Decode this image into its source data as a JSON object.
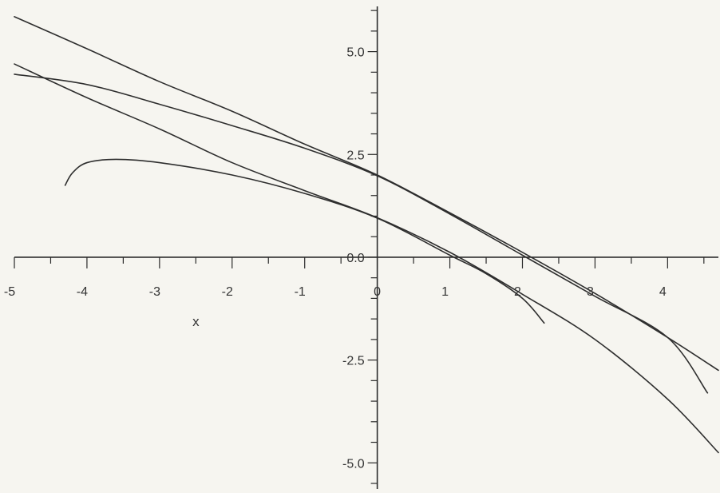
{
  "chart_data": {
    "type": "line",
    "title": "",
    "xlabel": "x",
    "ylabel": "",
    "xlim": [
      -5,
      4.7
    ],
    "ylim": [
      -5.5,
      6.1
    ],
    "x_ticks": [
      -5,
      -4,
      -3,
      -2,
      -1,
      0,
      1,
      2,
      3,
      4
    ],
    "x_tick_labels": [
      "-5",
      "-4",
      "-3",
      "-2",
      "-1",
      "0",
      "1",
      "2",
      "3",
      "4"
    ],
    "y_ticks": [
      -5.0,
      -2.5,
      0.0,
      2.5,
      5.0
    ],
    "y_tick_labels": [
      "-5.0",
      "-2.5",
      "0.0",
      "2.5",
      "5.0"
    ],
    "grid": false,
    "legend": "none",
    "series": [
      {
        "x": [
          -5,
          -4,
          -3,
          -2,
          -1,
          0,
          1,
          2,
          3,
          4,
          4.7
        ],
        "y": [
          5.85,
          5.07,
          4.27,
          3.55,
          2.75,
          2.0,
          1.08,
          0.12,
          -0.88,
          -1.95,
          -2.75
        ]
      },
      {
        "x": [
          -5,
          -4,
          -3,
          -2,
          -1,
          0,
          1,
          2,
          3,
          4,
          4.7
        ],
        "y": [
          4.7,
          3.88,
          3.12,
          2.3,
          1.62,
          0.96,
          0.12,
          -0.9,
          -2.0,
          -3.45,
          -4.75
        ]
      },
      {
        "x": [
          -5,
          -4,
          -3,
          -2,
          -1,
          0,
          1,
          2,
          3,
          4,
          4.55
        ],
        "y": [
          4.45,
          4.2,
          3.72,
          3.2,
          2.65,
          1.98,
          1.05,
          0.05,
          -0.95,
          -1.95,
          -3.3
        ]
      },
      {
        "x": [
          -4.3,
          -4.2,
          -4.0,
          -3.6,
          -3.0,
          -2.0,
          -1.0,
          0,
          1,
          1.5,
          2.0,
          2.3
        ],
        "y": [
          1.75,
          2.05,
          2.3,
          2.38,
          2.3,
          2.0,
          1.55,
          0.95,
          0.05,
          -0.4,
          -1.0,
          -1.6
        ]
      }
    ]
  }
}
